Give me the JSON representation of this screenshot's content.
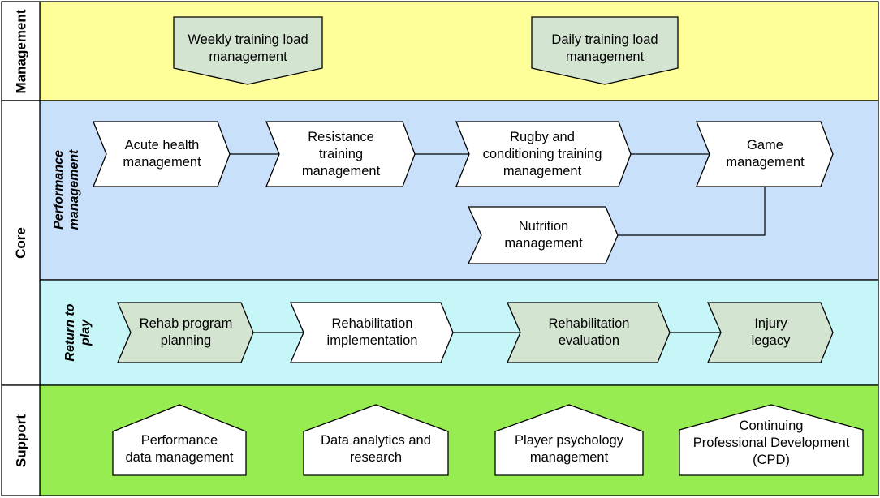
{
  "colors": {
    "management_band": "#ffff99",
    "performance_band": "#c9e0fa",
    "return_band": "#c6f6f8",
    "support_band": "#97ec51",
    "green_shape": "#d3e4d1",
    "white_shape": "#ffffff",
    "border": "#000000"
  },
  "rows": {
    "management": "Management",
    "core": "Core",
    "support": "Support"
  },
  "sublanes": {
    "performance": "Performance\nmanagement",
    "return_to_play": "Return to\nplay"
  },
  "management": {
    "weekly": "Weekly training load\nmanagement",
    "daily": "Daily training load\nmanagement"
  },
  "performance": {
    "acute_health": "Acute health\nmanagement",
    "resistance": "Resistance\ntraining\nmanagement",
    "rugby": "Rugby and\nconditioning training\nmanagement",
    "game": "Game\nmanagement",
    "nutrition": "Nutrition\nmanagement"
  },
  "return_to_play": {
    "rehab_planning": "Rehab program\nplanning",
    "rehab_implementation": "Rehabilitation\nimplementation",
    "rehab_evaluation": "Rehabilitation\nevaluation",
    "injury_legacy": "Injury\nlegacy"
  },
  "support": {
    "performance_data": "Performance\ndata management",
    "data_analytics": "Data analytics and\nresearch",
    "player_psychology": "Player psychology\nmanagement",
    "cpd": "Continuing\nProfessional Development\n(CPD)"
  }
}
